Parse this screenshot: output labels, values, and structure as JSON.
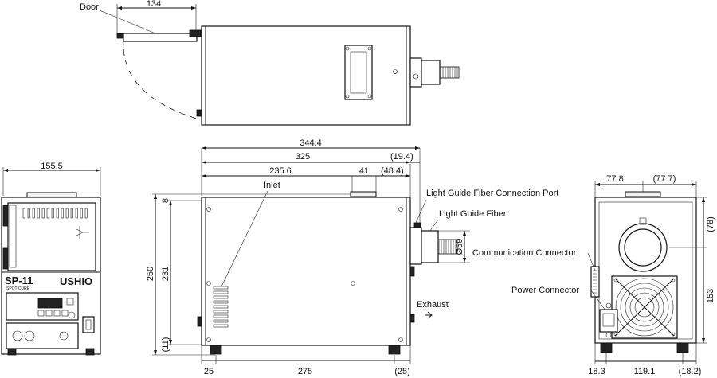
{
  "labels": {
    "door": "Door",
    "inlet": "Inlet",
    "exhaust": "Exhaust",
    "port": "Light Guide Fiber Connection Port",
    "fiber": "Light Guide Fiber",
    "comm": "Communication Connector",
    "power": "Power Connector"
  },
  "brand": {
    "model": "SP-11",
    "subtitle": "SPOT CURE",
    "maker": "USHIO"
  },
  "dimensions": {
    "door_width": "134",
    "front_width": "155.5",
    "total_length": "344.4",
    "body_length": "325",
    "fiber_protrusion": "(19.4)",
    "inlet_offset": "235.6",
    "port_width": "41",
    "port_offset": "(48.4)",
    "height_total": "250",
    "height_body": "231",
    "top_gap": "8",
    "foot_height": "(11)",
    "fiber_dia": "Ø59",
    "foot_left": "25",
    "foot_span": "275",
    "foot_right": "(25)",
    "rear_left": "77.8",
    "rear_right": "(77.7)",
    "rear_top": "(78)",
    "rear_lower": "153",
    "rear_foot_left": "18.3",
    "rear_foot_span": "119.1",
    "rear_foot_right": "(18.2)"
  }
}
